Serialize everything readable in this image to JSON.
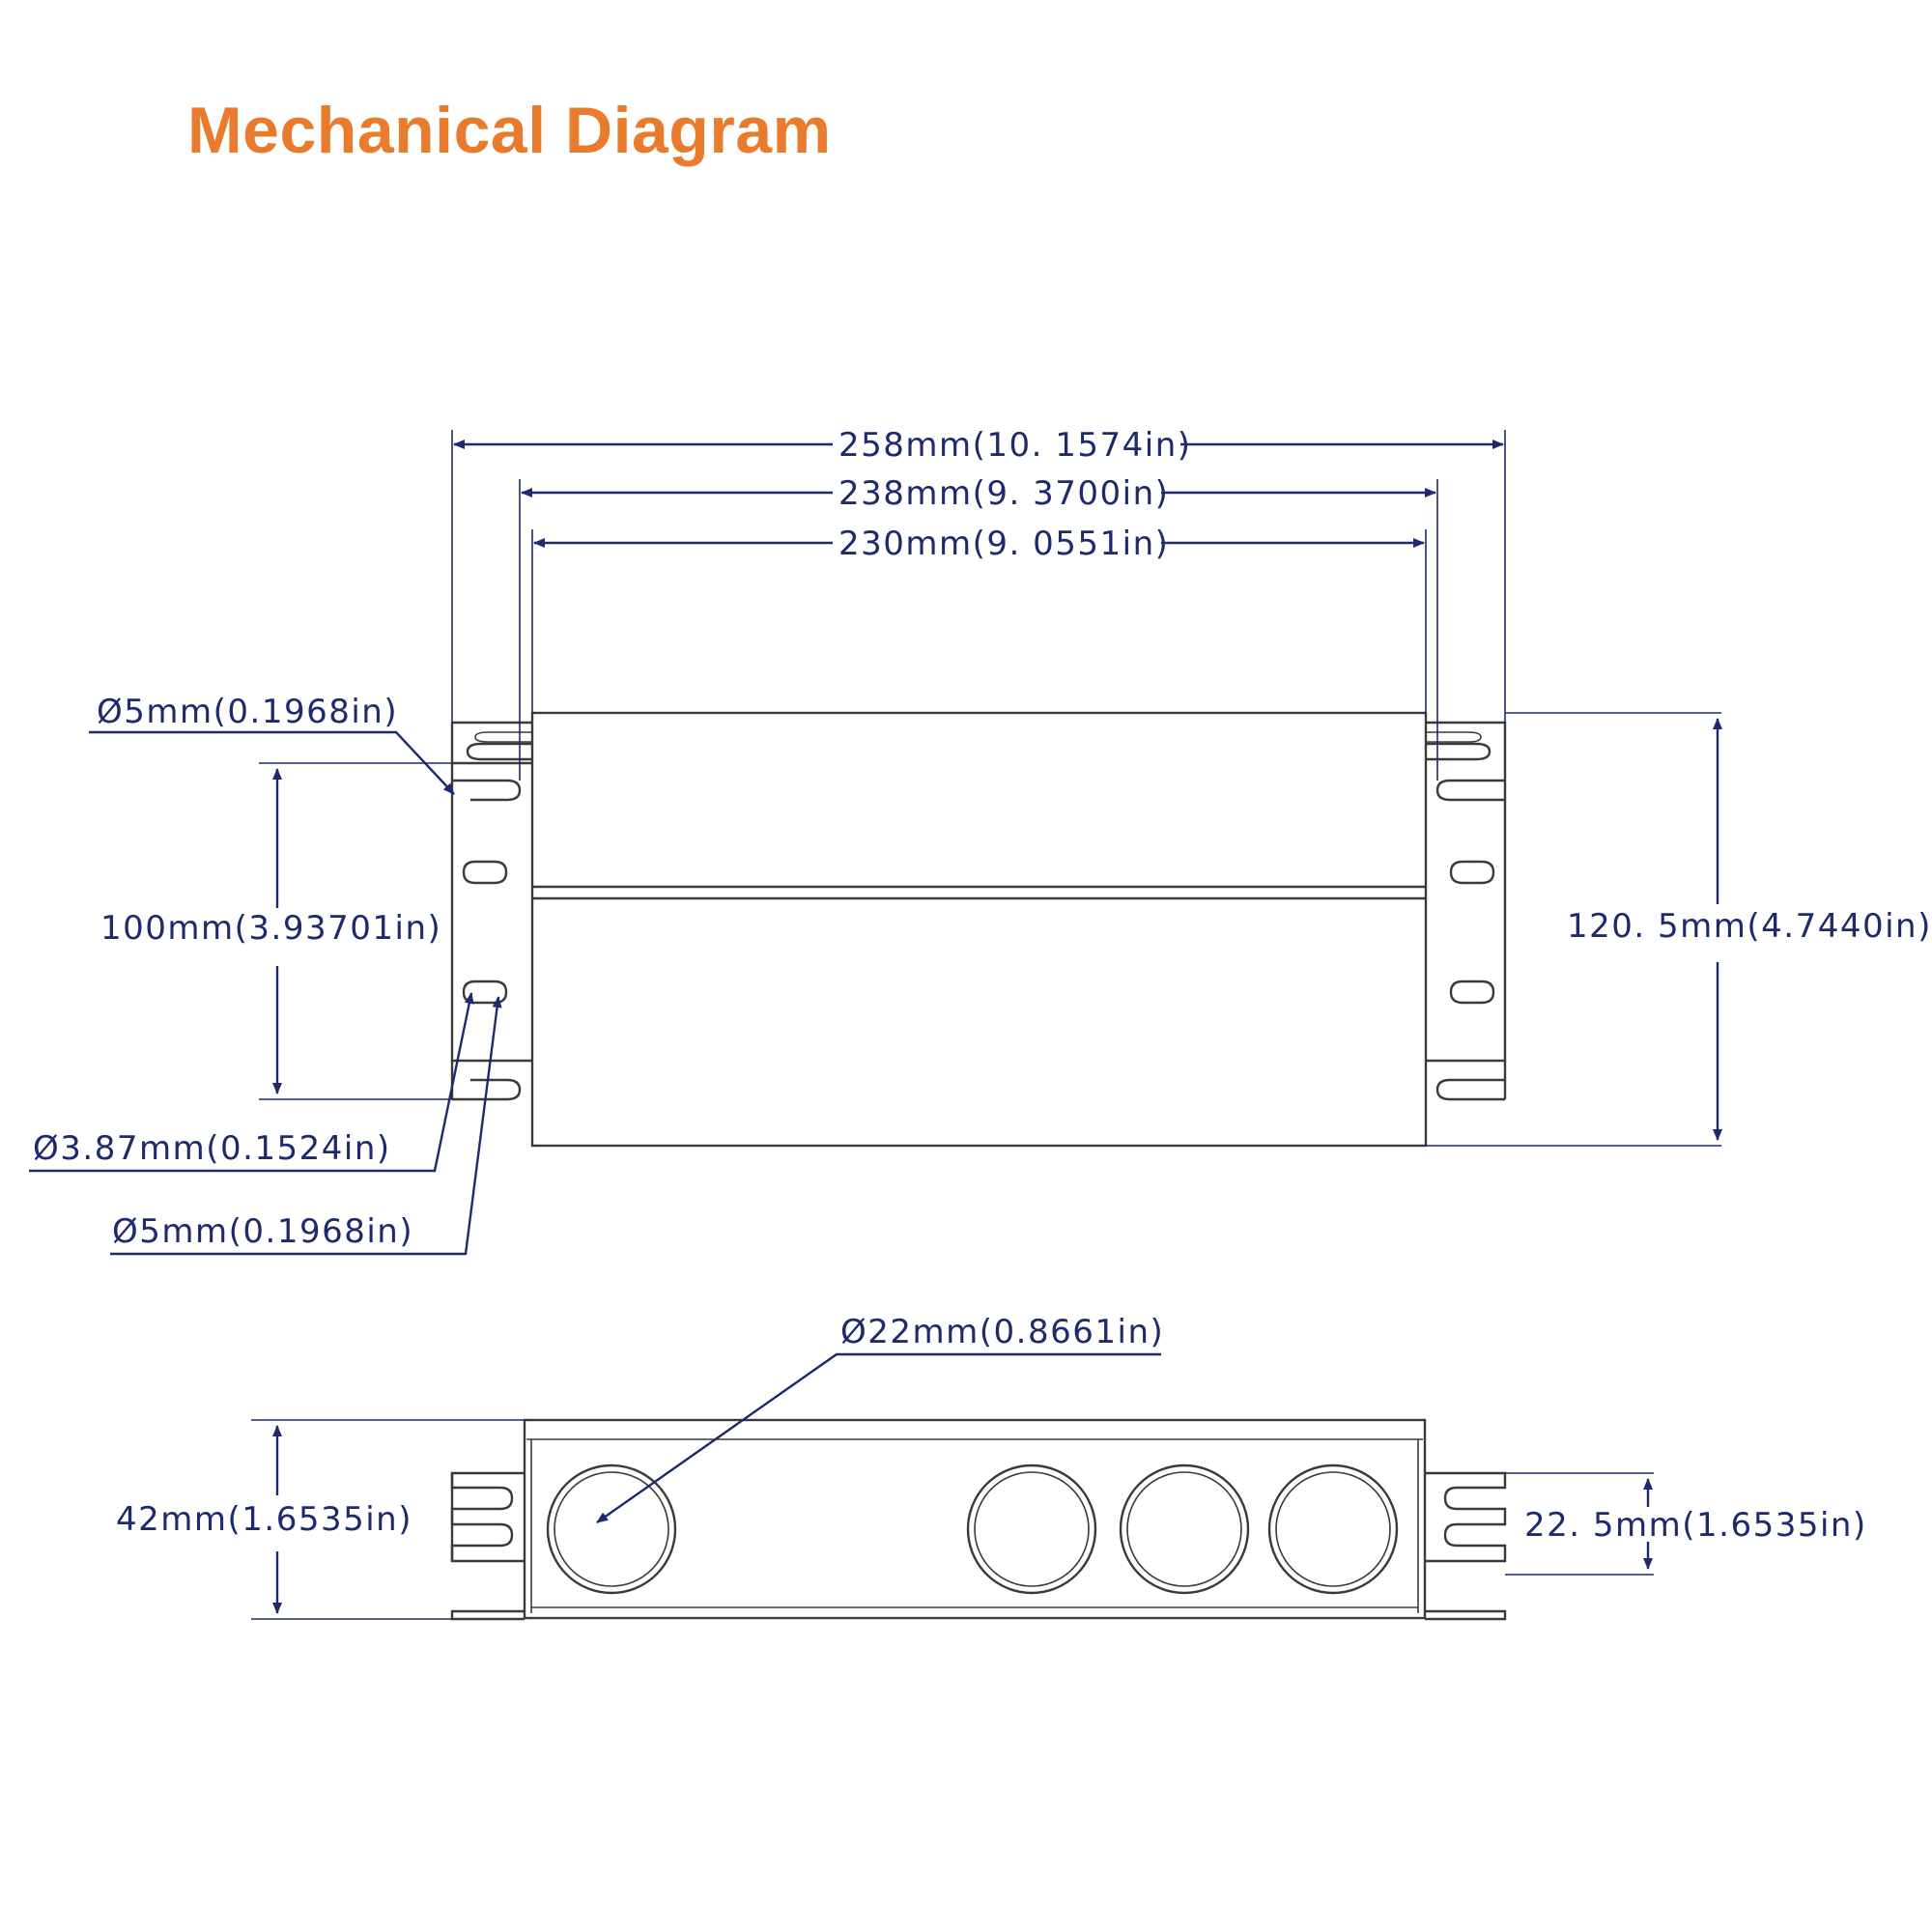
{
  "title": "Mechanical Diagram",
  "colors": {
    "title": "#E87B2C",
    "dimension": "#1E2A6E",
    "outline": "#3a3a3a"
  },
  "top_view": {
    "overall_length": "258mm(10. 1574in)",
    "mounting_length": "238mm(9. 3700in)",
    "body_length": "230mm(9. 0551in)",
    "mounting_width": "100mm(3.93701in)",
    "overall_width": "120. 5mm(4.7440in)",
    "slot_hole_top": "Ø5mm(0.1968in)",
    "keyhole_small": "Ø3.87mm(0.1524in)",
    "keyhole_large": "Ø5mm(0.1968in)"
  },
  "side_view": {
    "knockout": "Ø22mm(0.8661in)",
    "height": "42mm(1.6535in)",
    "tab_spacing": "22. 5mm(1.6535in)"
  }
}
